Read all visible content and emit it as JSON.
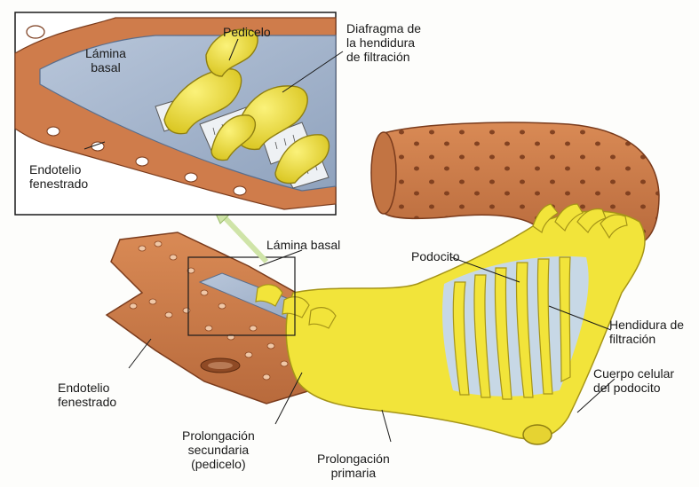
{
  "colors": {
    "endothelium": "#cf7c4b",
    "endothelium_dark": "#a85a2f",
    "pores": "#e9b48c",
    "vessel_dots": "#7a3b1c",
    "basal_lamina": "#a8b8cf",
    "podocyte": "#f2e43a",
    "podocyte_shadow": "#c9b81f",
    "diaphragm": "#e9ecef",
    "arrow": "#cfe4a8",
    "inset_border": "#1a1a1a",
    "leader": "#1a1a1a"
  },
  "inset": {
    "lamina": "Lámina\nbasal",
    "pedicelo": "Pedicelo",
    "diafragma": "Diafragma de\nla hendidura\nde filtración",
    "endotelio": "Endotelio\nfenestrado"
  },
  "main": {
    "lamina": "Lámina basal",
    "podocito": "Podocito",
    "hendidura": "Hendidura de\nfiltración",
    "cuerpo": "Cuerpo celular\ndel podocito",
    "endotelio": "Endotelio\nfenestrado",
    "secundaria": "Prolongación\nsecundaria\n(pedicelo)",
    "primaria": "Prolongación\nprimaria"
  }
}
